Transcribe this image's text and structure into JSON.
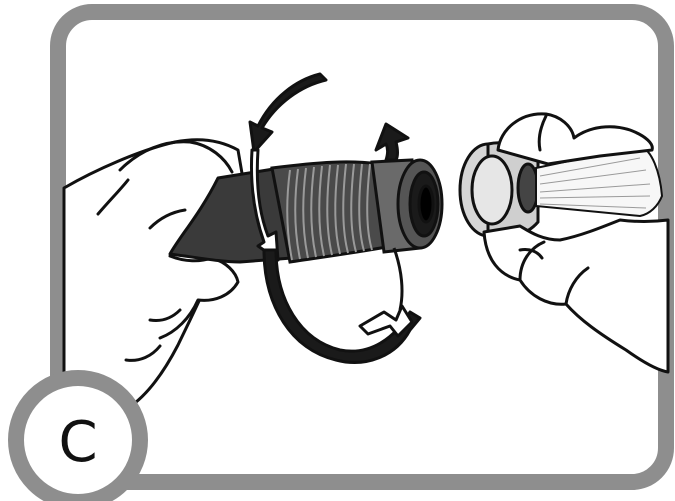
{
  "step": {
    "label": "C"
  },
  "colors": {
    "frame": "#8e8e8e",
    "hose_dark": "#3a3a3a",
    "hose_light": "#7a7a7a",
    "line": "#111111",
    "cap": "#d6d6d6",
    "background": "#ffffff"
  },
  "icons": {
    "rotate_arrow_left": "curved-rotation-arrow",
    "rotate_arrow_right": "curved-rotation-arrow"
  }
}
